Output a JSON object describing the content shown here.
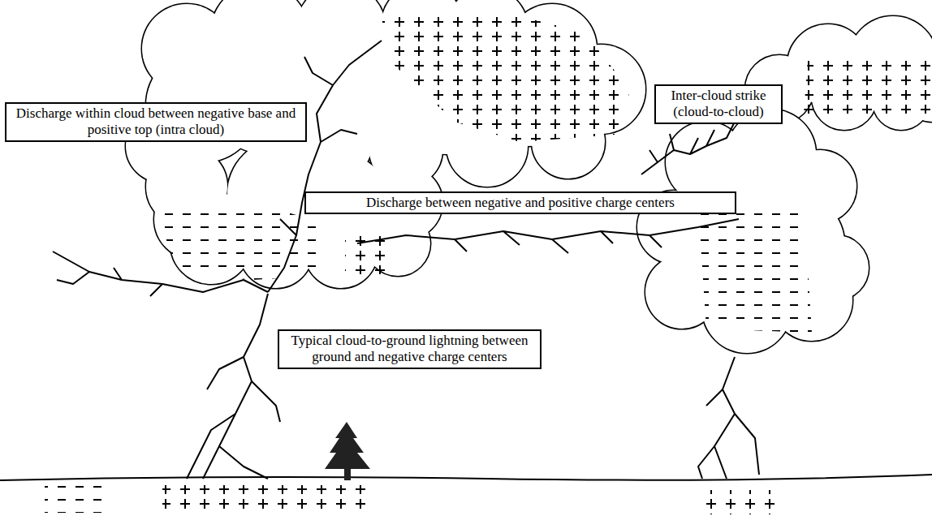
{
  "diagram": {
    "nodes": [
      {
        "text": [
          "Discharge within cloud between negative base and positive top (intra cloud)"
        ]
      },
      {
        "text": [
          "Inter-cloud strike (cloud-to-cloud)"
        ]
      },
      {
        "text": [
          "Discharge between negative and positive charge centers"
        ]
      },
      {
        "text": [
          "Typical cloud-to-ground lightning between ground and negative charge centers"
        ]
      }
    ]
  }
}
